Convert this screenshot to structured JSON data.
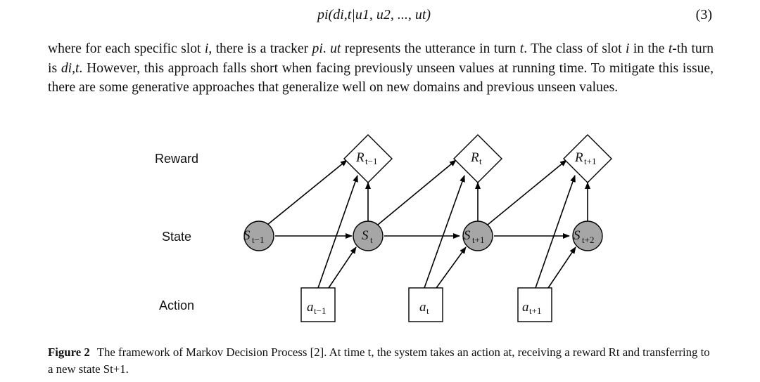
{
  "equation": {
    "body": "pi(di,t|u1, u2, ..., ut)",
    "number": "(3)"
  },
  "paragraph": {
    "p1": "where for each specific slot ",
    "v_i": "i",
    "p2": ", there is a tracker ",
    "v_pi": "pi",
    "p3": ". ",
    "v_ut": "ut",
    "p4": " represents the utterance in turn ",
    "v_t": "t",
    "p5": ". The class of slot ",
    "v_i2": "i",
    "p6": " in the ",
    "v_t2": "t",
    "p7": "-th turn is ",
    "v_dit": "di,t",
    "p8": ". However, this approach falls short when facing previously unseen values at running time. To mitigate this issue, there are some generative approaches that generalize well on new domains and previous unseen values."
  },
  "figure": {
    "row_labels": {
      "reward": "Reward",
      "state": "State",
      "action": "Action"
    },
    "rewards": [
      {
        "main": "R",
        "sub": "t−1"
      },
      {
        "main": "R",
        "sub": "t"
      },
      {
        "main": "R",
        "sub": "t+1"
      }
    ],
    "states": [
      {
        "main": "S",
        "sub": "t−1"
      },
      {
        "main": "S",
        "sub": "t"
      },
      {
        "main": "S",
        "sub": "t+1"
      },
      {
        "main": "S",
        "sub": "t+2"
      }
    ],
    "actions": [
      {
        "main": "a",
        "sub": "t−1"
      },
      {
        "main": "a",
        "sub": "t"
      },
      {
        "main": "a",
        "sub": "t+1"
      }
    ],
    "colors": {
      "state_fill": "#a6a6a6",
      "stroke": "#000000",
      "box_fill": "#ffffff"
    }
  },
  "caption": {
    "label": "Figure 2",
    "text": "The framework of Markov Decision Process [2]. At time t, the system takes an action at, receiving a reward Rt and transferring to a new state St+1."
  }
}
